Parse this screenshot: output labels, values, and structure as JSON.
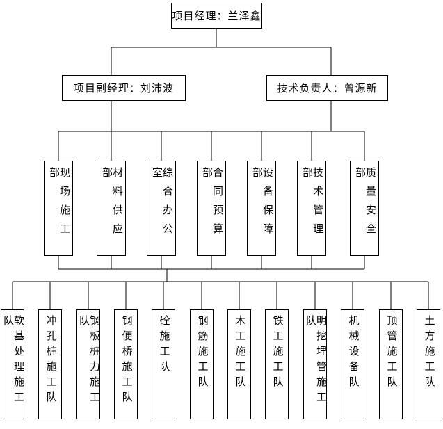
{
  "org_chart": {
    "title_node": "项目经理：兰泽鑫",
    "level2": {
      "deputy_manager": "项目副经理：刘沛波",
      "technical_director": "技术负责人：曾源新"
    },
    "departments": [
      "现场施工部",
      "材料供应部",
      "综合办公室",
      "合同预算部",
      "设备保障部",
      "技术管理部",
      "质量安全部"
    ],
    "teams": [
      "软基处理施工队",
      "冲孔桩施工队",
      "钢板桩力施工队",
      "钢便桥施工队",
      "砼施工队",
      "钢筋施工队",
      "木工施工队",
      "铁工施工队",
      "明挖埋管施工队",
      "机械设备队",
      "顶管施工队",
      "土方施工队"
    ]
  },
  "colors": {
    "background": "#ffffff",
    "line": "#000000",
    "box_border": "#000000",
    "text": "#000000"
  }
}
